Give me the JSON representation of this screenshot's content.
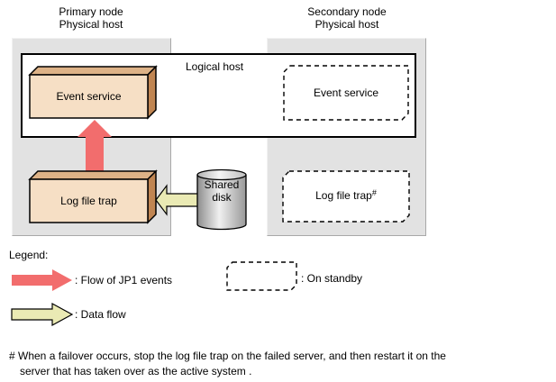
{
  "nodes": {
    "primary": {
      "line1": "Primary node",
      "line2": "Physical host"
    },
    "secondary": {
      "line1": "Secondary node",
      "line2": "Physical host"
    }
  },
  "logical_host": {
    "label": "Logical host"
  },
  "components": {
    "event_service_active": "Event service",
    "event_service_standby": "Event service",
    "log_file_trap_active": "Log file trap",
    "log_file_trap_standby": "Log file trap",
    "log_file_trap_standby_note_marker": "#",
    "shared_disk_line1": "Shared",
    "shared_disk_line2": "disk"
  },
  "legend": {
    "title": "Legend:",
    "flow_jp1": ": Flow of JP1 events",
    "data_flow": ": Data flow",
    "standby": ": On standby"
  },
  "footnote": {
    "line1": "# When a failover occurs, stop the log file trap on the failed server, and then restart it on the",
    "line2": "server that has taken over as the active system ."
  },
  "colors": {
    "panel_gray": "#e2e2e2",
    "box_front": "#f6dfc5",
    "box_top": "#ddb287",
    "box_side": "#c08552",
    "jp1_event_arrow_red": "#f26d6d",
    "data_flow_arrow_yellow": "#eaeab4"
  }
}
